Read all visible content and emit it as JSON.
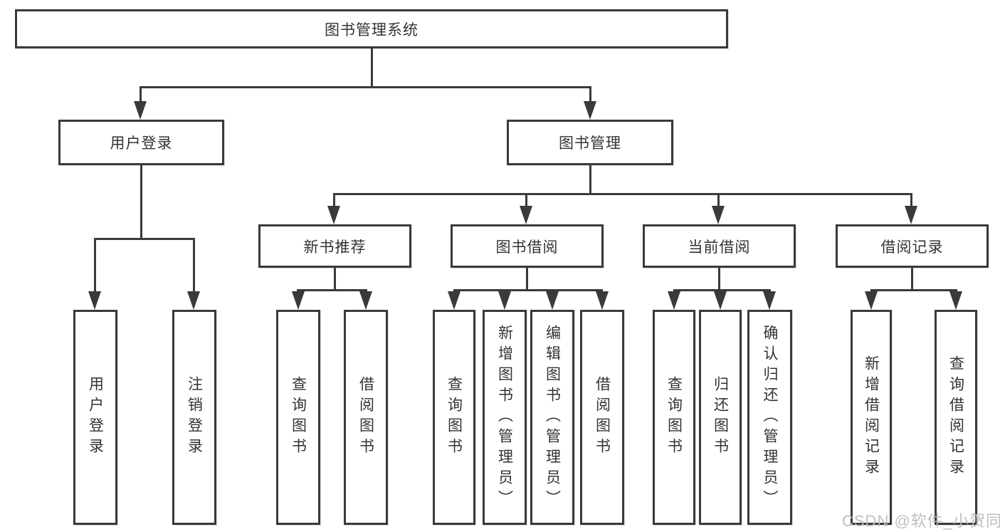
{
  "diagram": {
    "title": "图书管理系统",
    "root": {
      "label": "图书管理系统"
    },
    "level2": [
      {
        "label": "用户登录"
      },
      {
        "label": "图书管理"
      }
    ],
    "level3": [
      {
        "label": "新书推荐"
      },
      {
        "label": "图书借阅"
      },
      {
        "label": "当前借阅"
      },
      {
        "label": "借阅记录"
      }
    ],
    "leaves": {
      "user_login": [
        "用户登录",
        "注销登录"
      ],
      "new_books": [
        "查询图书",
        "借阅图书"
      ],
      "book_borrow": [
        "查询图书",
        "新增图书（管理员）",
        "编辑图书（管理员）",
        "借阅图书"
      ],
      "current_borrow": [
        "查询图书",
        "归还图书",
        "确认归还（管理员）"
      ],
      "borrow_records": [
        "新增借阅记录",
        "查询借阅记录"
      ]
    },
    "colors": {
      "line": "#3a3a3a",
      "text": "#333333",
      "background": "#ffffff",
      "watermark": "#b9bcc0"
    },
    "watermark": "CSDN @软件_小贺同学"
  }
}
